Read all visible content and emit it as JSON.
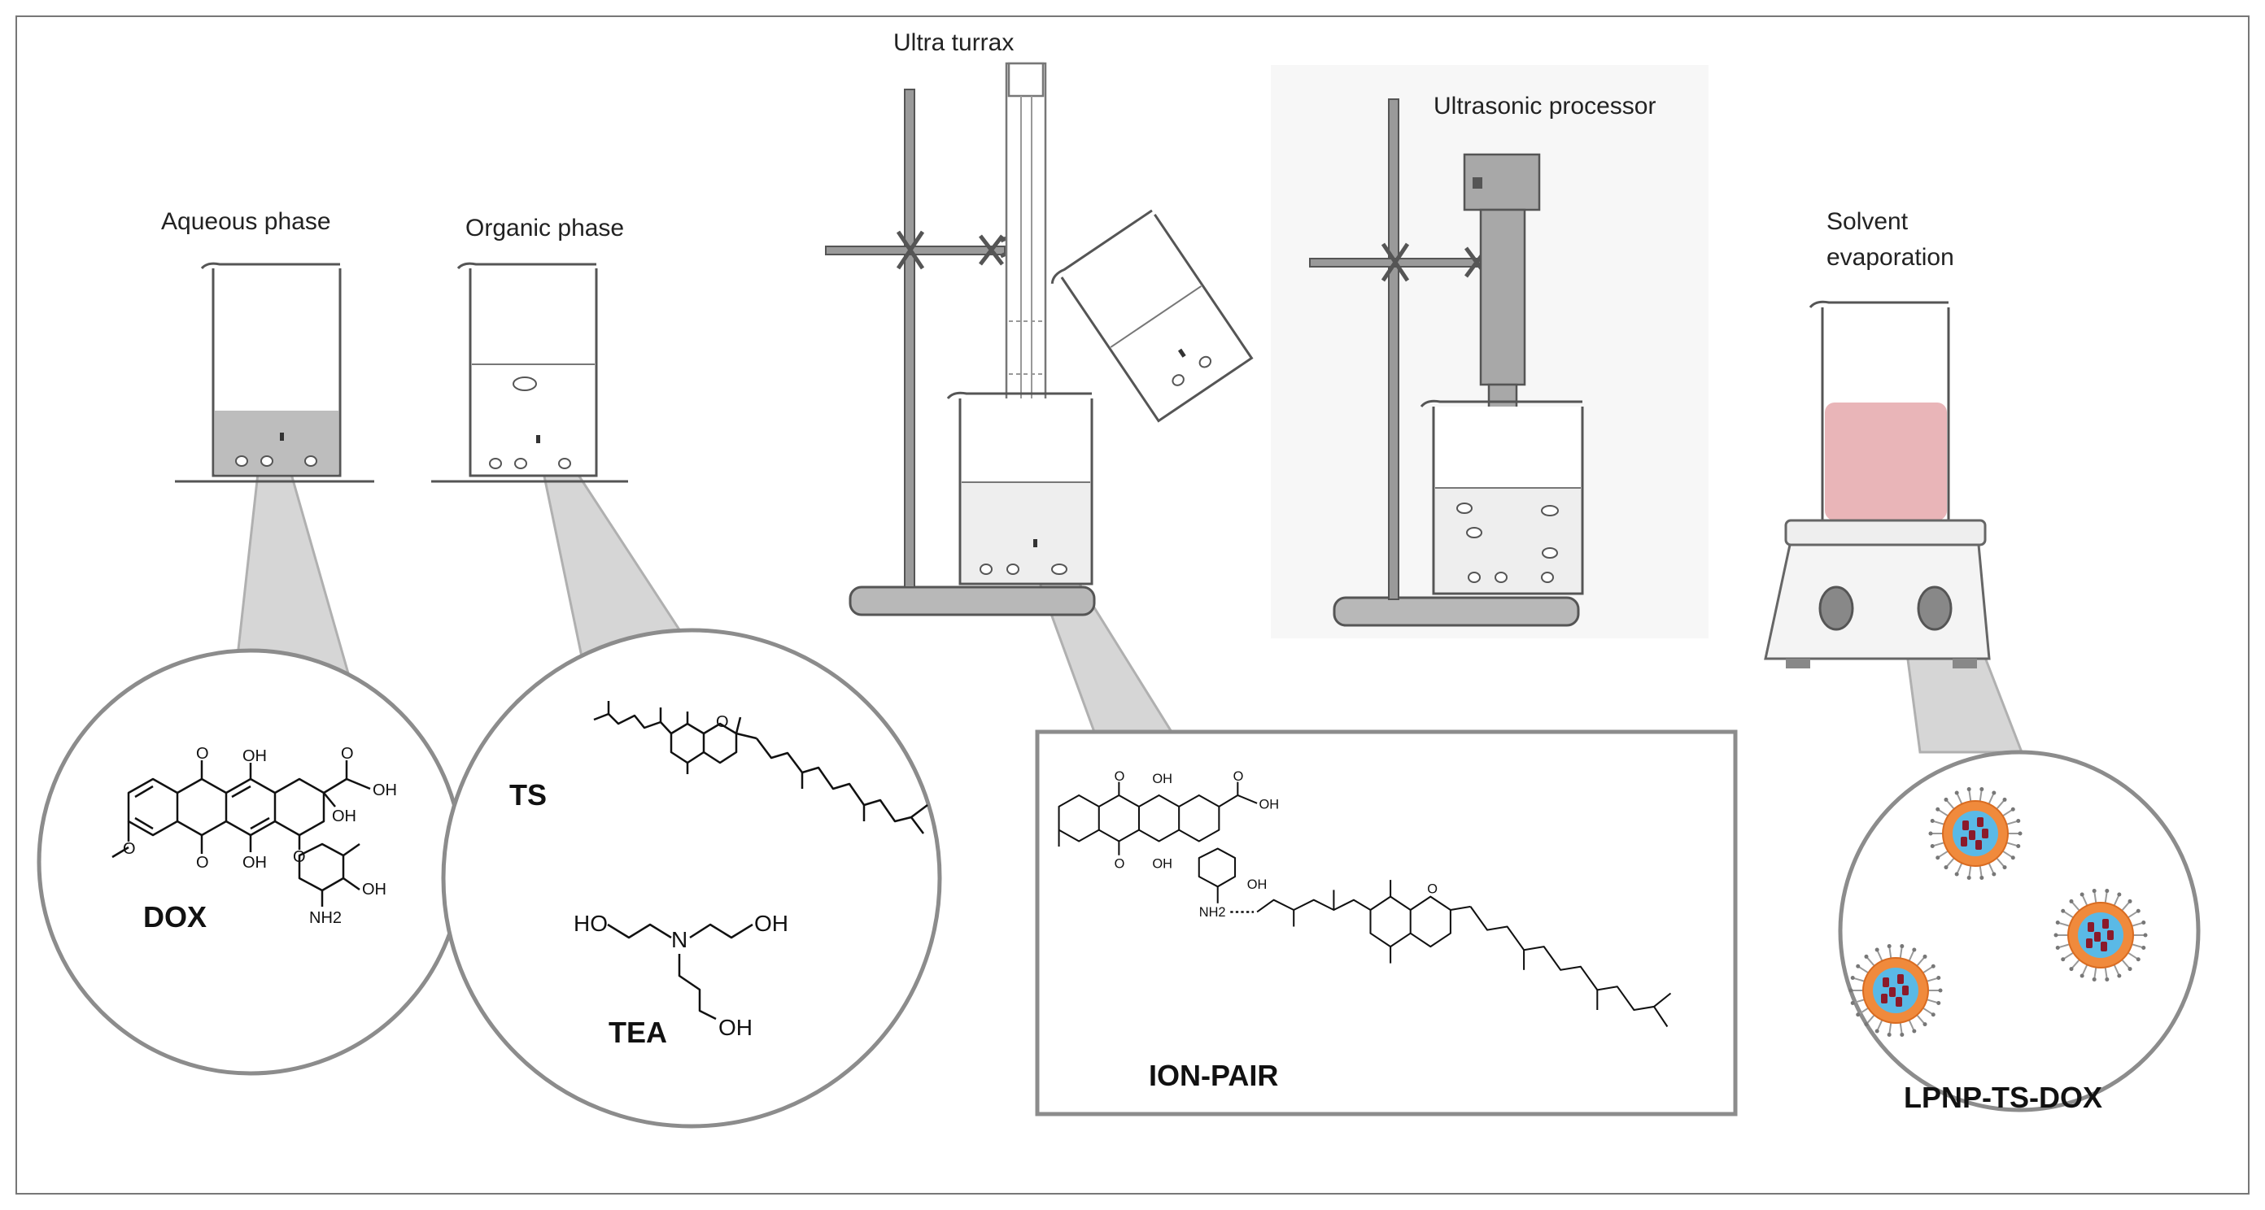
{
  "labels": {
    "aqueous_phase": "Aqueous phase",
    "organic_phase": "Organic phase",
    "ultra_turrax": "Ultra turrax",
    "ultrasonic_processor": "Ultrasonic processor",
    "solvent_evaporation_line1": "Solvent",
    "solvent_evaporation_line2": "evaporation"
  },
  "molecules": {
    "dox": "DOX",
    "ts": "TS",
    "tea": "TEA",
    "ion_pair": "ION-PAIR",
    "lpnp": "LPNP-TS-DOX"
  },
  "atoms": {
    "o": "O",
    "oh": "OH",
    "ho": "HO",
    "n": "N",
    "nh2": "NH2"
  },
  "colors": {
    "aqueous_liquid": "#bdbdbd",
    "evaporation_liquid": "#e9b5b8",
    "zoom_cone": "#d6d6d6",
    "zoom_border": "#8c8c8c",
    "nanoparticle_shell": "#f08a3c",
    "nanoparticle_core": "#5ab9e6",
    "drug_dot": "#8b1a2a"
  }
}
